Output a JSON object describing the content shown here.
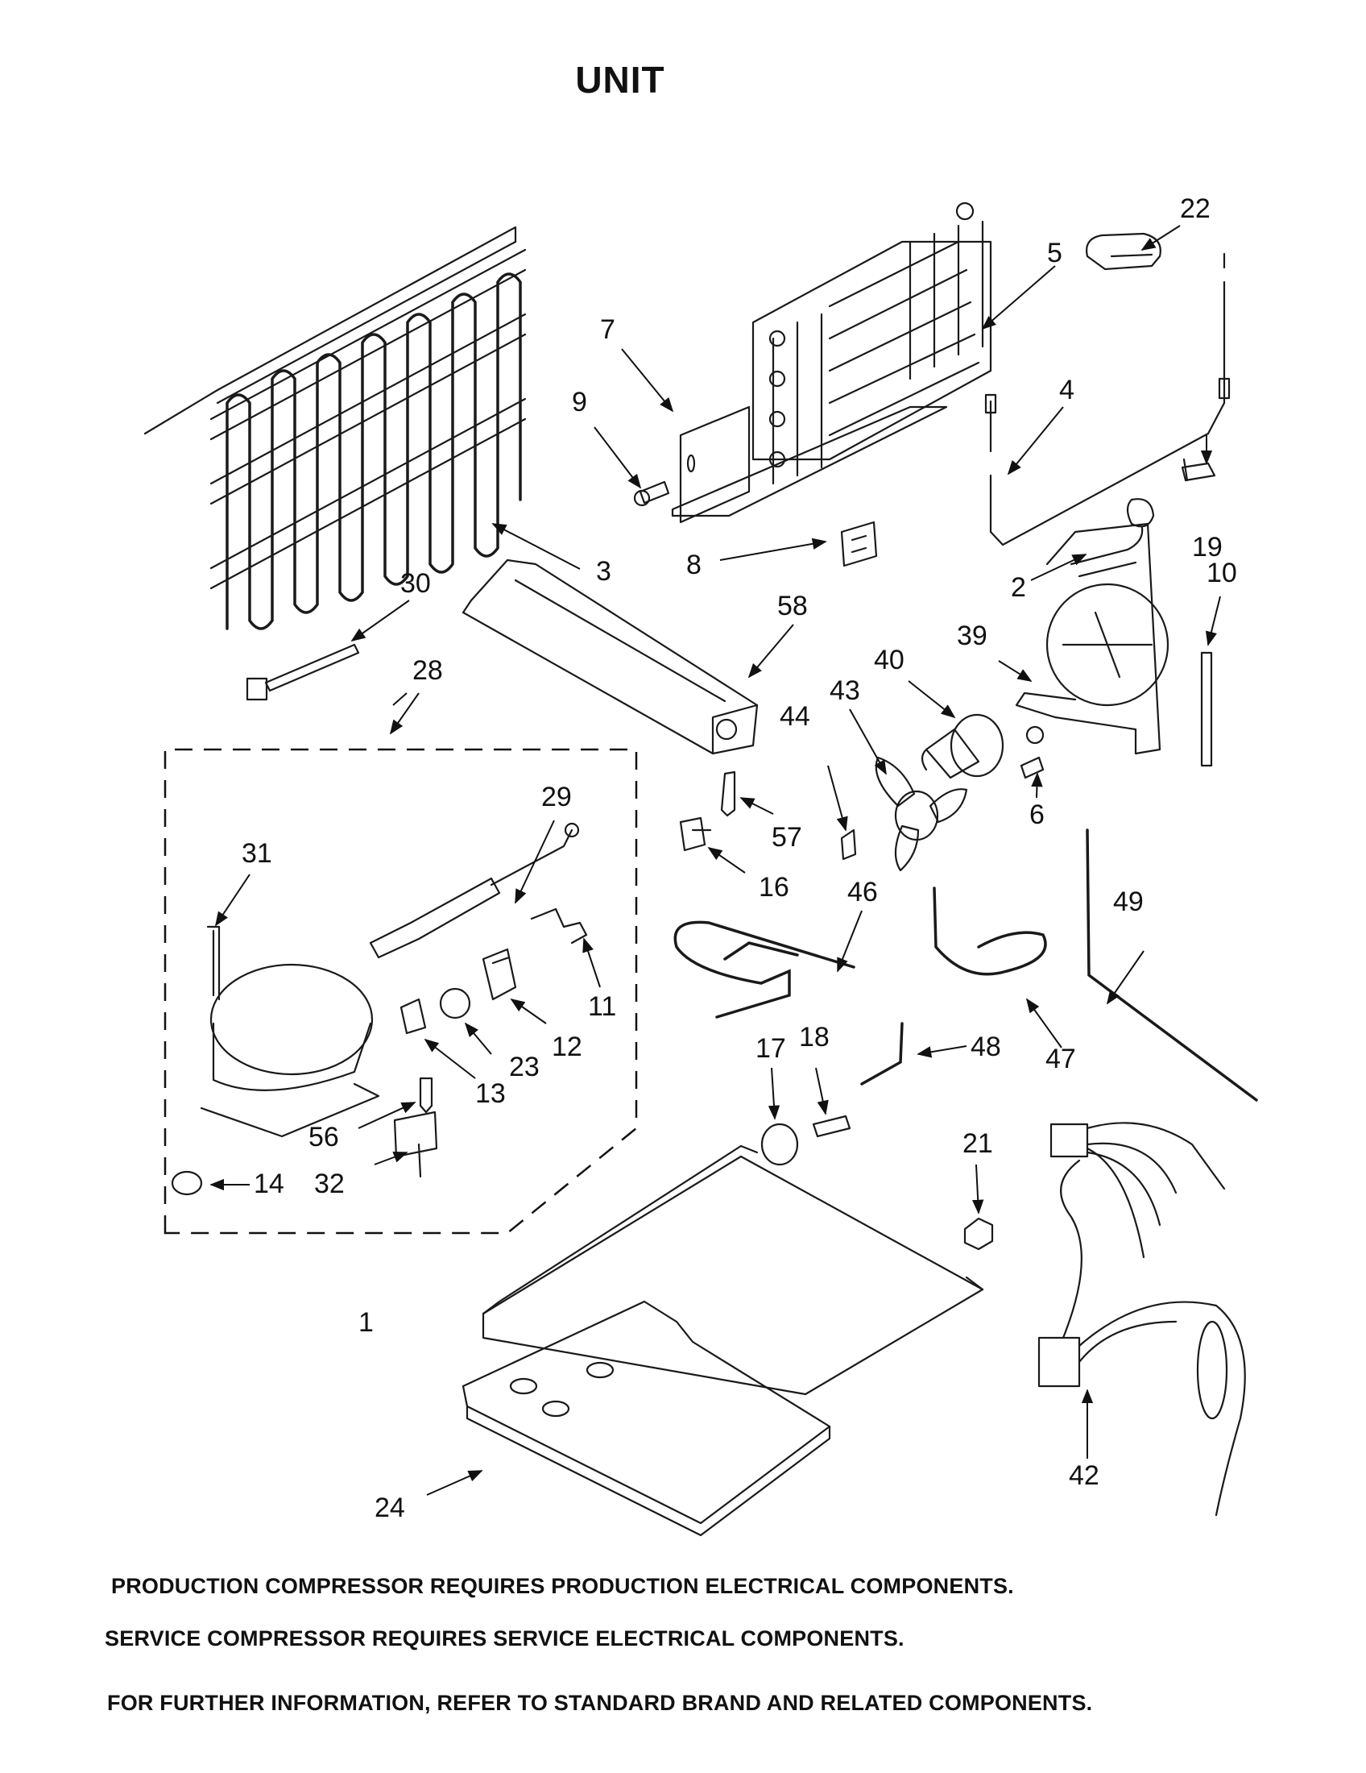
{
  "title": "UNIT",
  "callouts": {
    "c1": "1",
    "c2": "2",
    "c3": "3",
    "c4": "4",
    "c5": "5",
    "c6": "6",
    "c7": "7",
    "c8": "8",
    "c9": "9",
    "c10": "10",
    "c11": "11",
    "c12": "12",
    "c13": "13",
    "c14": "14",
    "c16": "16",
    "c17": "17",
    "c18": "18",
    "c19": "19",
    "c21": "21",
    "c22": "22",
    "c23": "23",
    "c24": "24",
    "c28": "28",
    "c29": "29",
    "c30": "30",
    "c31": "31",
    "c32": "32",
    "c39": "39",
    "c40": "40",
    "c42": "42",
    "c43": "43",
    "c44": "44",
    "c46": "46",
    "c47": "47",
    "c48": "48",
    "c49": "49",
    "c56": "56",
    "c57": "57",
    "c58": "58"
  },
  "notes": {
    "line1": "PRODUCTION COMPRESSOR REQUIRES PRODUCTION ELECTRICAL COMPONENTS.",
    "line2": "SERVICE COMPRESSOR REQUIRES SERVICE ELECTRICAL COMPONENTS.",
    "line3": "FOR FURTHER INFORMATION, REFER TO STANDARD BRAND AND RELATED COMPONENTS."
  }
}
